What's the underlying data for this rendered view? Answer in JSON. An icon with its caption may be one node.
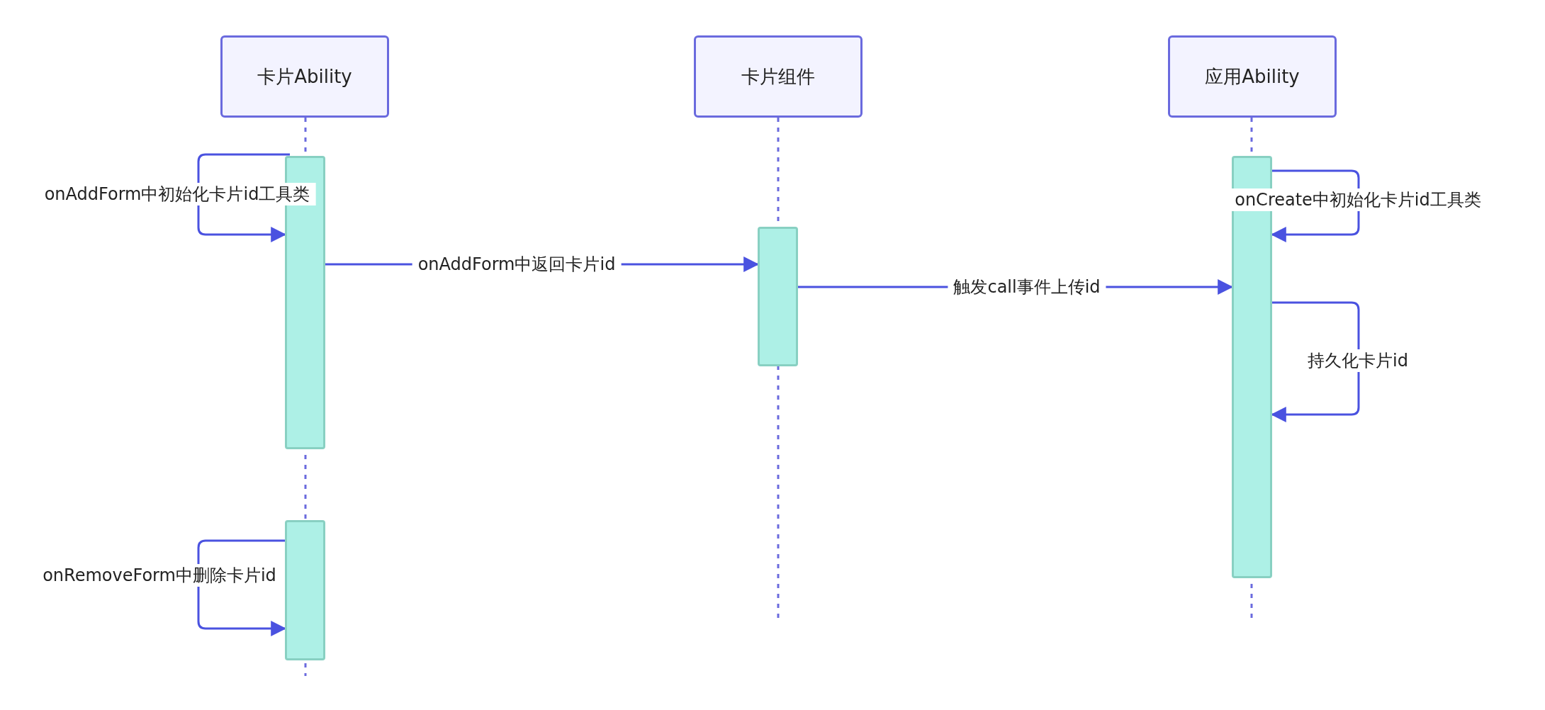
{
  "diagram": {
    "nodes": [
      {
        "text": [
          "卡片Ability"
        ]
      },
      {
        "text": [
          "卡片组件"
        ]
      },
      {
        "text": [
          "应用Ability"
        ]
      },
      {
        "text": [],
        "shape": "bar"
      },
      {
        "text": [],
        "shape": "bar"
      },
      {
        "text": [],
        "shape": "bar"
      },
      {
        "text": [],
        "shape": "bar"
      }
    ],
    "edges": [
      {
        "from": 3,
        "to": 3,
        "arrow": "to",
        "label": "onAddForm中初始化卡片id工具类"
      },
      {
        "from": 3,
        "to": 5,
        "arrow": "to",
        "label": "onAddForm中返回卡片id"
      },
      {
        "from": 5,
        "to": 6,
        "arrow": "to",
        "label": "触发call事件上传id"
      },
      {
        "from": 6,
        "to": 6,
        "arrow": "to",
        "label": "onCreate中初始化卡片id工具类"
      },
      {
        "from": 6,
        "to": 6,
        "arrow": "to",
        "label": "持久化卡片id"
      },
      {
        "from": 4,
        "to": 4,
        "arrow": "to",
        "label": "onRemoveForm中删除卡片id"
      }
    ]
  }
}
